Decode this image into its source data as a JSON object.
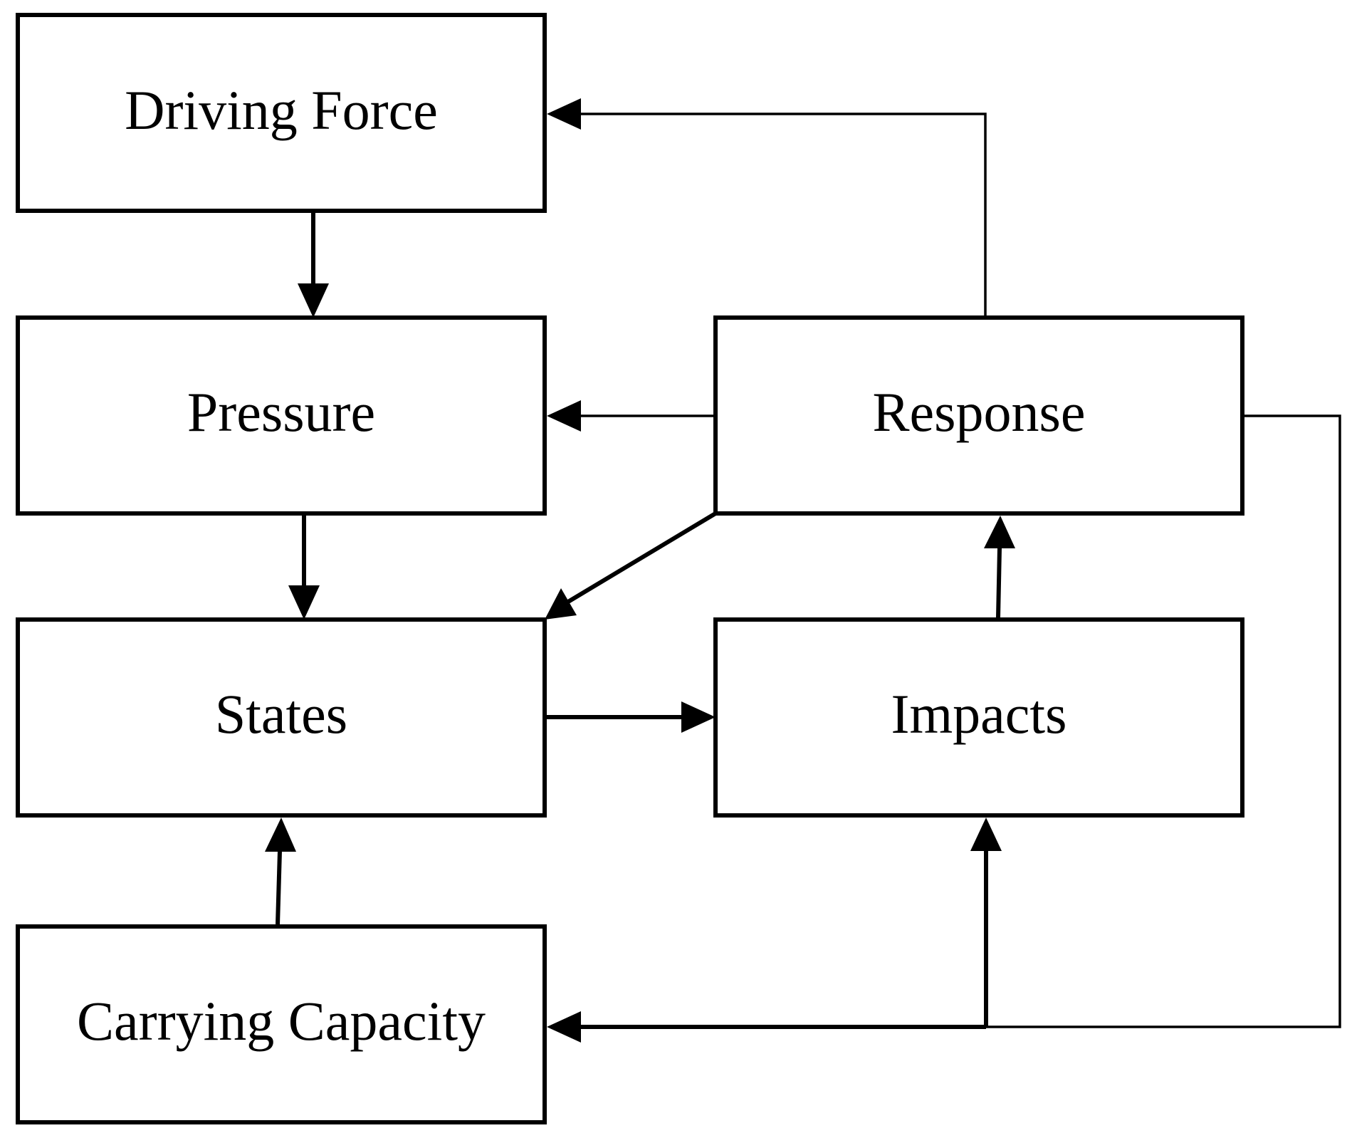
{
  "diagram": {
    "nodes": {
      "driving_force": "Driving Force",
      "pressure": "Pressure",
      "states": "States",
      "carrying_capacity": "Carrying Capacity",
      "response": "Response",
      "impacts": "Impacts"
    },
    "edges": [
      {
        "from": "driving_force",
        "to": "pressure"
      },
      {
        "from": "pressure",
        "to": "states"
      },
      {
        "from": "carrying_capacity",
        "to": "states"
      },
      {
        "from": "states",
        "to": "impacts"
      },
      {
        "from": "impacts",
        "to": "response"
      },
      {
        "from": "response",
        "to": "driving_force"
      },
      {
        "from": "response",
        "to": "pressure"
      },
      {
        "from": "response",
        "to": "states"
      },
      {
        "from": "response",
        "to": "carrying_capacity"
      },
      {
        "from": "response",
        "to": "impacts"
      }
    ],
    "colors": {
      "stroke": "#000000",
      "background": "#ffffff"
    }
  }
}
